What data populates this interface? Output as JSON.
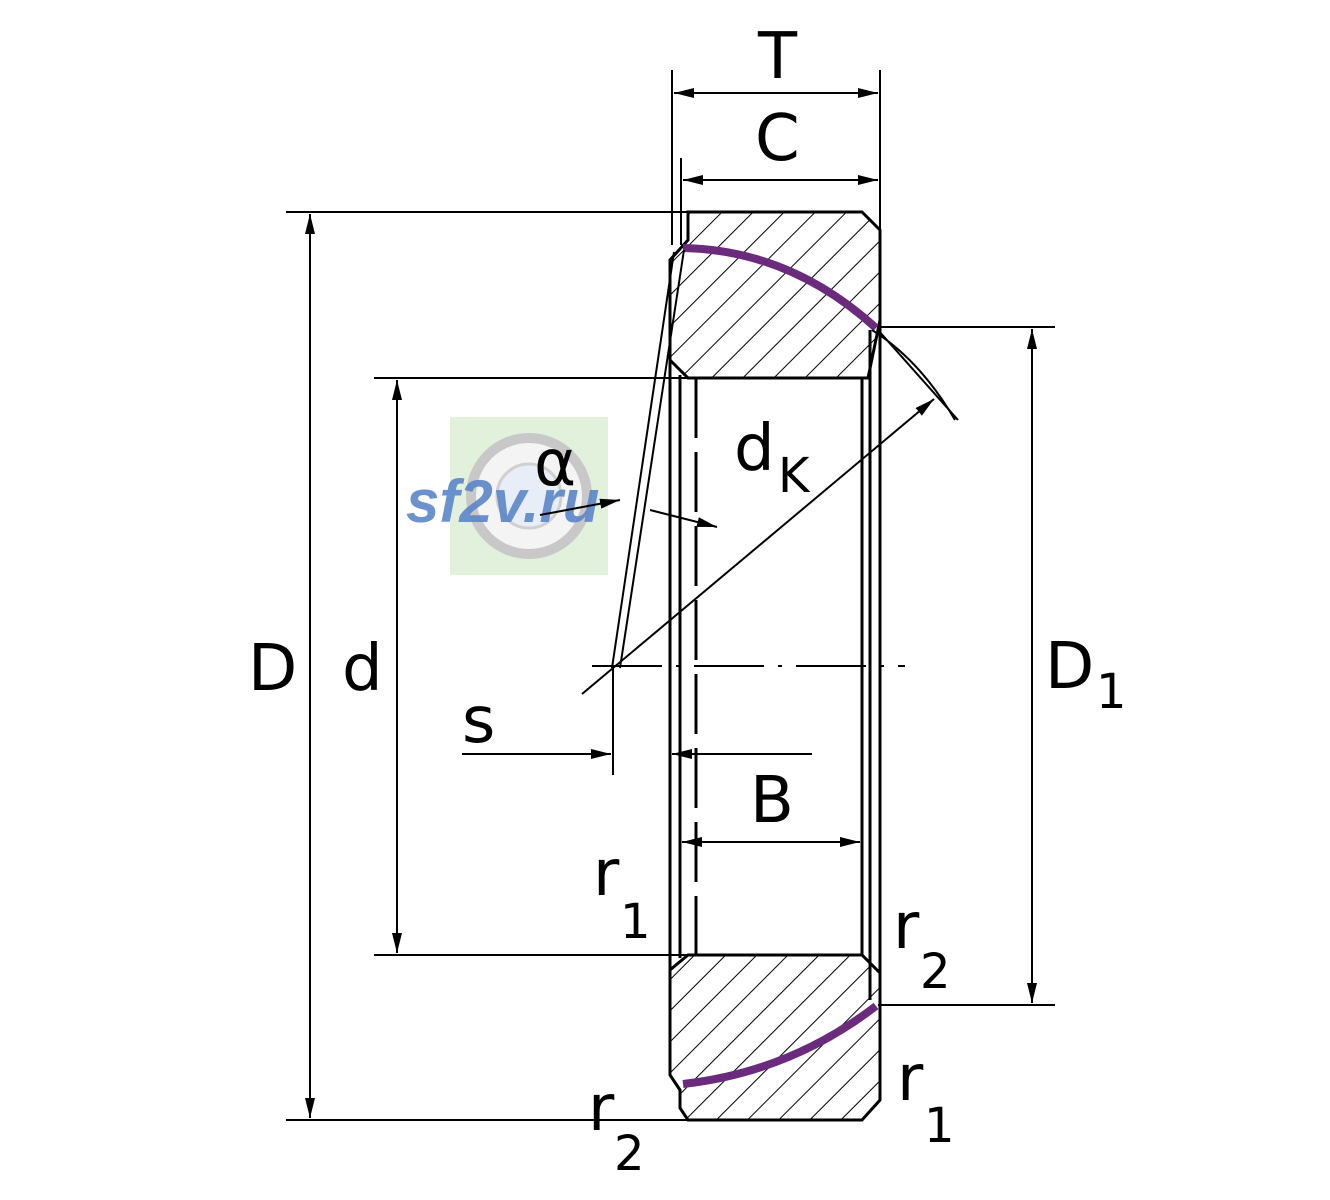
{
  "labels": {
    "T": "T",
    "C": "C",
    "D": "D",
    "d": "d",
    "dK_main": "d",
    "dK_sub": "K",
    "D1_main": "D",
    "D1_sub": "1",
    "alpha": "α",
    "s": "s",
    "B": "B",
    "r1_inner_main": "r",
    "r1_inner_sub": "1",
    "r2_right_main": "r",
    "r2_right_sub": "2",
    "r2_bottom_main": "r",
    "r2_bottom_sub": "2",
    "r1_bottom_main": "r",
    "r1_bottom_sub": "1"
  },
  "watermark": {
    "text": "sf2v.ru",
    "color": "#5b86c9",
    "badge_color": "#dcefd6"
  },
  "colors": {
    "line": "#000000",
    "sliding_surface": "#6b2b7d"
  }
}
